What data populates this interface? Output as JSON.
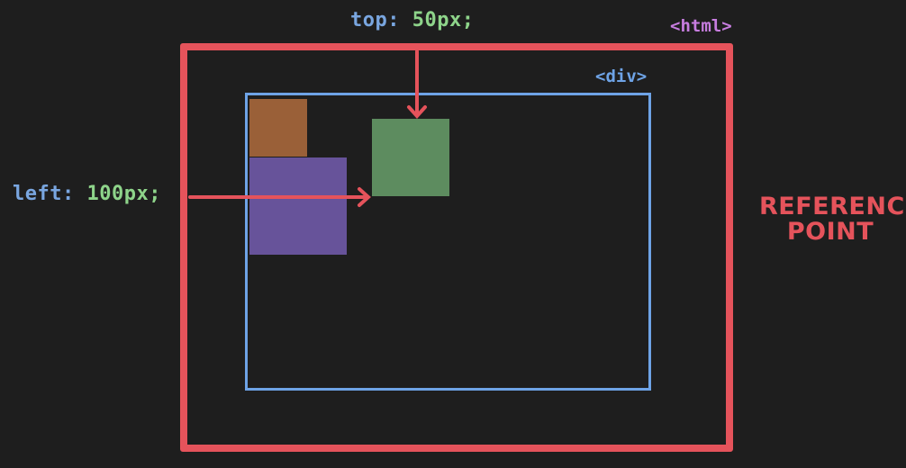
{
  "top_label": {
    "property": "top:",
    "value": "50px;"
  },
  "left_label": {
    "property": "left:",
    "value": "100px;"
  },
  "html_tag": "<html>",
  "div_tag": "<div>",
  "reference_label": {
    "line1": "REFERENCE",
    "line2": "POINT"
  },
  "colors": {
    "background": "#1e1e1e",
    "html_border": "#e5535b",
    "div_border": "#6ea3e6",
    "orange_square": "#9a6038",
    "purple_square": "#67539a",
    "green_square": "#5d8c5f",
    "property_text": "#79a6e0",
    "value_text": "#8ed48a",
    "tag_text": "#c77ddf"
  }
}
